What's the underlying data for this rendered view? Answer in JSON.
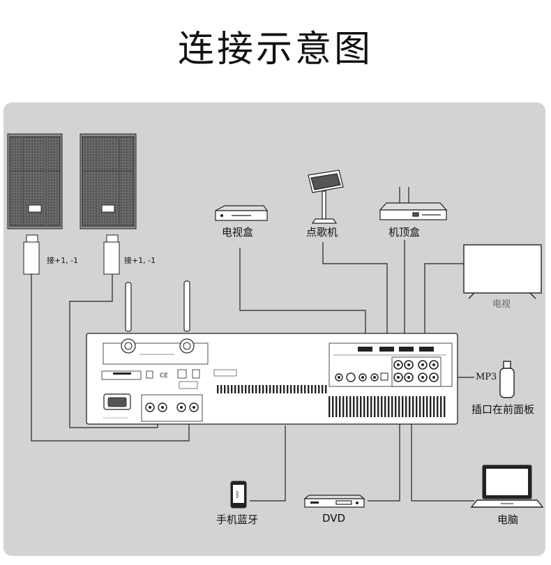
{
  "title": "连接示意图",
  "labels": {
    "tv_box": "电视盒",
    "karaoke": "点歌机",
    "set_top_box": "机顶盒",
    "tv": "电视",
    "speaker_left": "接+1, -1",
    "speaker_right": "接+1, -1",
    "mp3": "MP3",
    "front_panel": "插口在前面板",
    "phone_bt": "手机蓝牙",
    "dvd": "DVD",
    "computer": "电脑"
  }
}
